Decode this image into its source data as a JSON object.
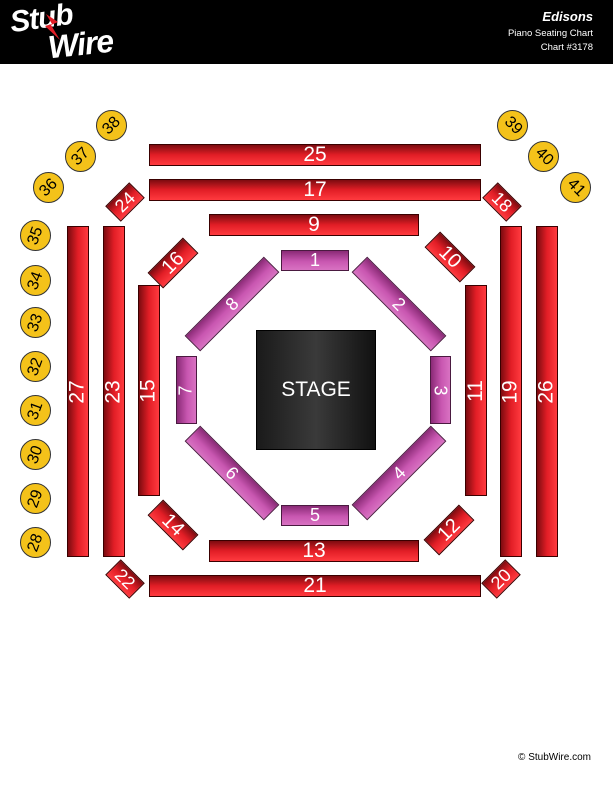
{
  "header": {
    "logo_line1": "Stub",
    "logo_line2": "Wire",
    "venue": "Edisons",
    "chart_title": "Piano Seating Chart",
    "chart_number": "Chart #3178",
    "colors": {
      "background": "#000000",
      "accent": "#e21e26"
    }
  },
  "stage_label": "STAGE",
  "sections": {
    "s1": "1",
    "s2": "2",
    "s3": "3",
    "s4": "4",
    "s5": "5",
    "s6": "6",
    "s7": "7",
    "s8": "8",
    "s9": "9",
    "s10": "10",
    "s11": "11",
    "s12": "12",
    "s13": "13",
    "s14": "14",
    "s15": "15",
    "s16": "16",
    "s17": "17",
    "s18": "18",
    "s19": "19",
    "s20": "20",
    "s21": "21",
    "s22": "22",
    "s23": "23",
    "s24": "24",
    "s25": "25",
    "s26": "26",
    "s27": "27"
  },
  "tables": {
    "t28": "28",
    "t29": "29",
    "t30": "30",
    "t31": "31",
    "t32": "32",
    "t33": "33",
    "t34": "34",
    "t35": "35",
    "t36": "36",
    "t37": "37",
    "t38": "38",
    "t39": "39",
    "t40": "40",
    "t41": "41"
  },
  "colors": {
    "floor_sections": "#c957b1",
    "outer_sections": "#e21e26",
    "tables": "#f4c21a",
    "stage": "#2a2a2a"
  },
  "copyright": "© StubWire.com"
}
